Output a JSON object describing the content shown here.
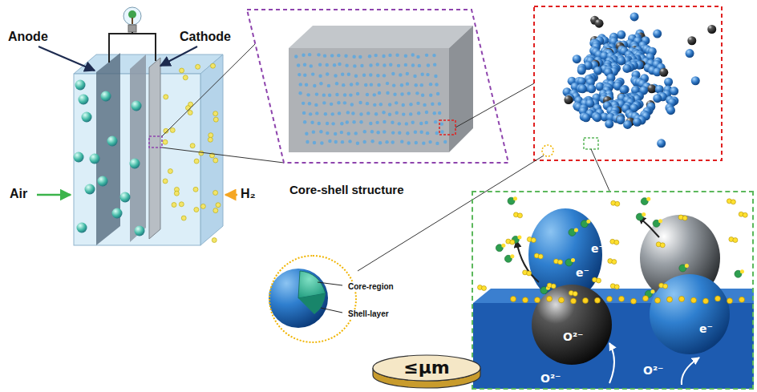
{
  "diagram": {
    "nodes": [
      {
        "text": [
          "Core-shell structure",
          "Core-region",
          "Shell-layer"
        ]
      },
      {
        "text": [
          "e⁻",
          "e⁻",
          "e⁻",
          "O²⁻",
          "O²⁻",
          "O²⁻"
        ]
      },
      {
        "text": [
          "≤μm"
        ]
      }
    ],
    "labels": [
      "Anode",
      "Cathode",
      "Air",
      "H₂"
    ]
  }
}
